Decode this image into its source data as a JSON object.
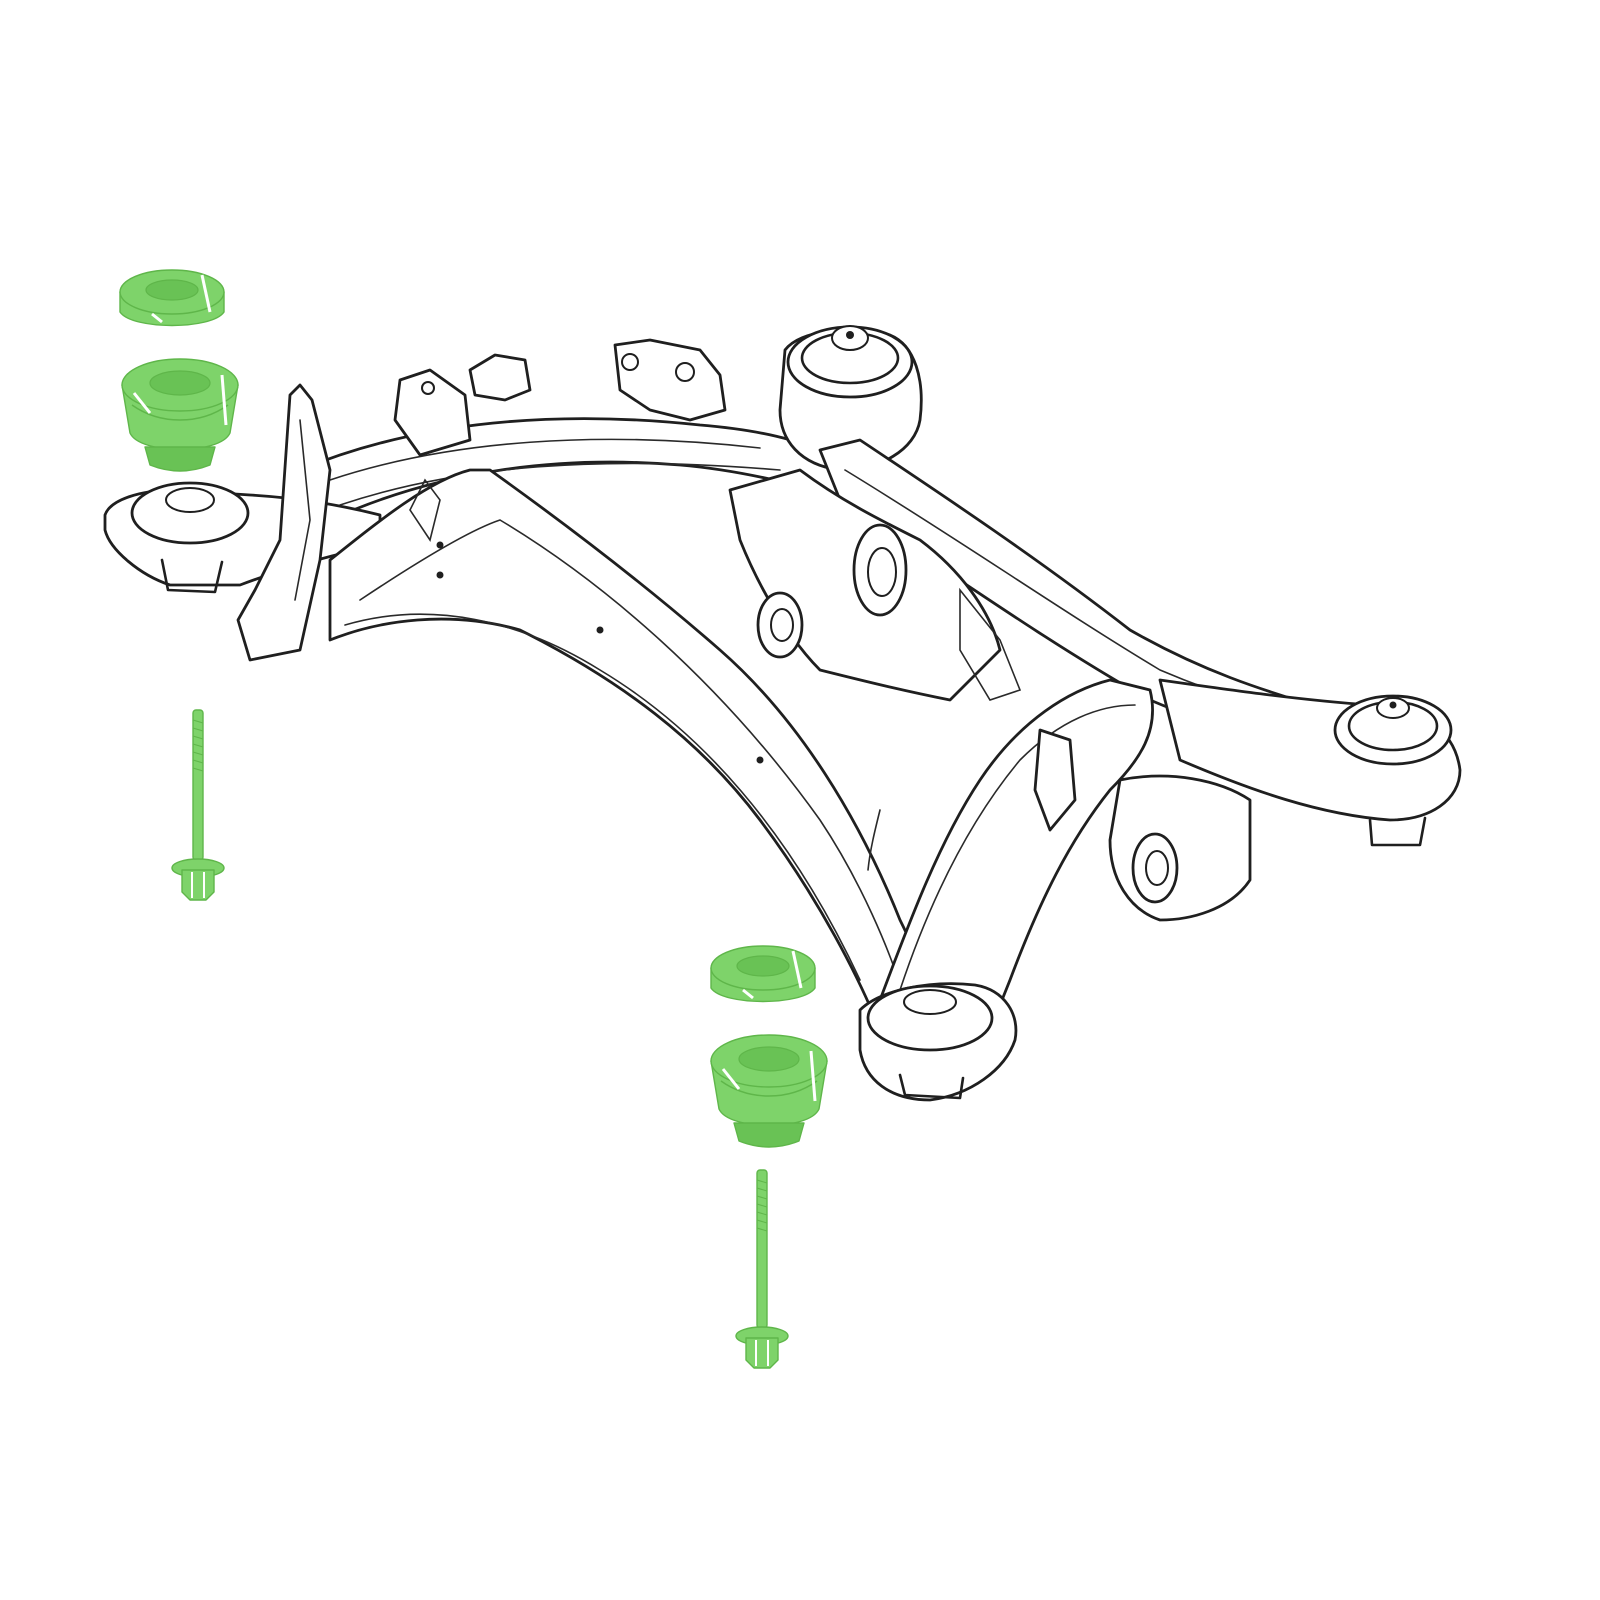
{
  "diagram": {
    "type": "exploded-parts-illustration",
    "subject": "rear-subframe",
    "colors": {
      "background": "#ffffff",
      "line_art": "#1f1f1f",
      "highlight_fill": "#7ed36a",
      "highlight_stroke": "#5fb64a",
      "highlight_shade": "#69c255"
    },
    "highlighted_parts": [
      {
        "name": "upper-bushing-washer",
        "count": 2
      },
      {
        "name": "lower-bushing",
        "count": 2
      },
      {
        "name": "mounting-bolt",
        "count": 2
      }
    ]
  }
}
